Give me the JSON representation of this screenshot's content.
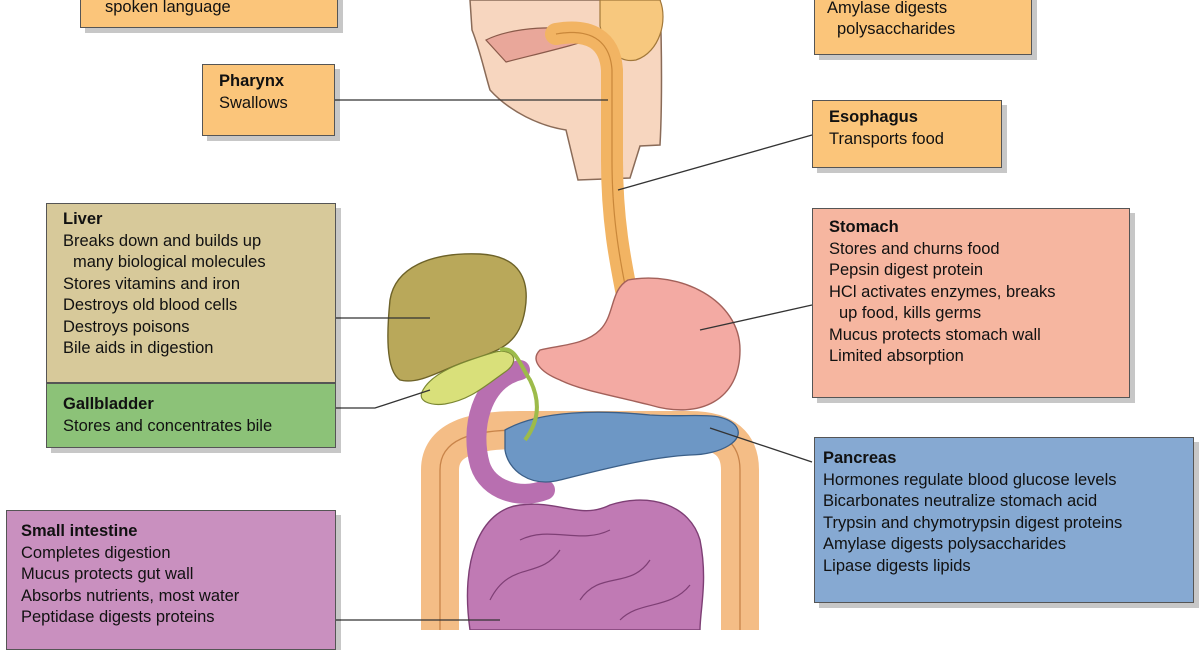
{
  "colors": {
    "orange_box": "#fbc57a",
    "liver_box": "#d7c99a",
    "gallbladder_box": "#8cc278",
    "stomach_box": "#f6b6a0",
    "pancreas_box": "#86a9d2",
    "small_intestine_box": "#c990bf"
  },
  "mouth": {
    "lines": [
      "spoken language"
    ]
  },
  "salivary": {
    "lines": [
      "Amylase digests",
      "polysaccharides"
    ]
  },
  "pharynx": {
    "title": "Pharynx",
    "lines": [
      "Swallows"
    ]
  },
  "esophagus": {
    "title": "Esophagus",
    "lines": [
      "Transports food"
    ]
  },
  "liver": {
    "title": "Liver",
    "lines": [
      "Breaks down and builds up",
      "many biological molecules",
      "Stores vitamins and iron",
      "Destroys old blood cells",
      "Destroys poisons",
      "Bile aids in digestion"
    ]
  },
  "gallbladder": {
    "title": "Gallbladder",
    "lines": [
      "Stores and concentrates bile"
    ]
  },
  "stomach": {
    "title": "Stomach",
    "lines": [
      "Stores and churns food",
      "Pepsin digest protein",
      "HCl activates enzymes, breaks",
      "up food, kills germs",
      "Mucus protects stomach wall",
      "Limited absorption"
    ]
  },
  "pancreas": {
    "title": "Pancreas",
    "lines": [
      "Hormones regulate blood glucose levels",
      "Bicarbonates neutralize stomach acid",
      "Trypsin and chymotrypsin digest proteins",
      "Amylase digests polysaccharides",
      "Lipase digests lipids"
    ]
  },
  "small_intestine": {
    "title": "Small intestine",
    "lines": [
      "Completes digestion",
      "Mucus protects gut wall",
      "Absorbs nutrients, most water",
      "Peptidase digests proteins"
    ]
  }
}
